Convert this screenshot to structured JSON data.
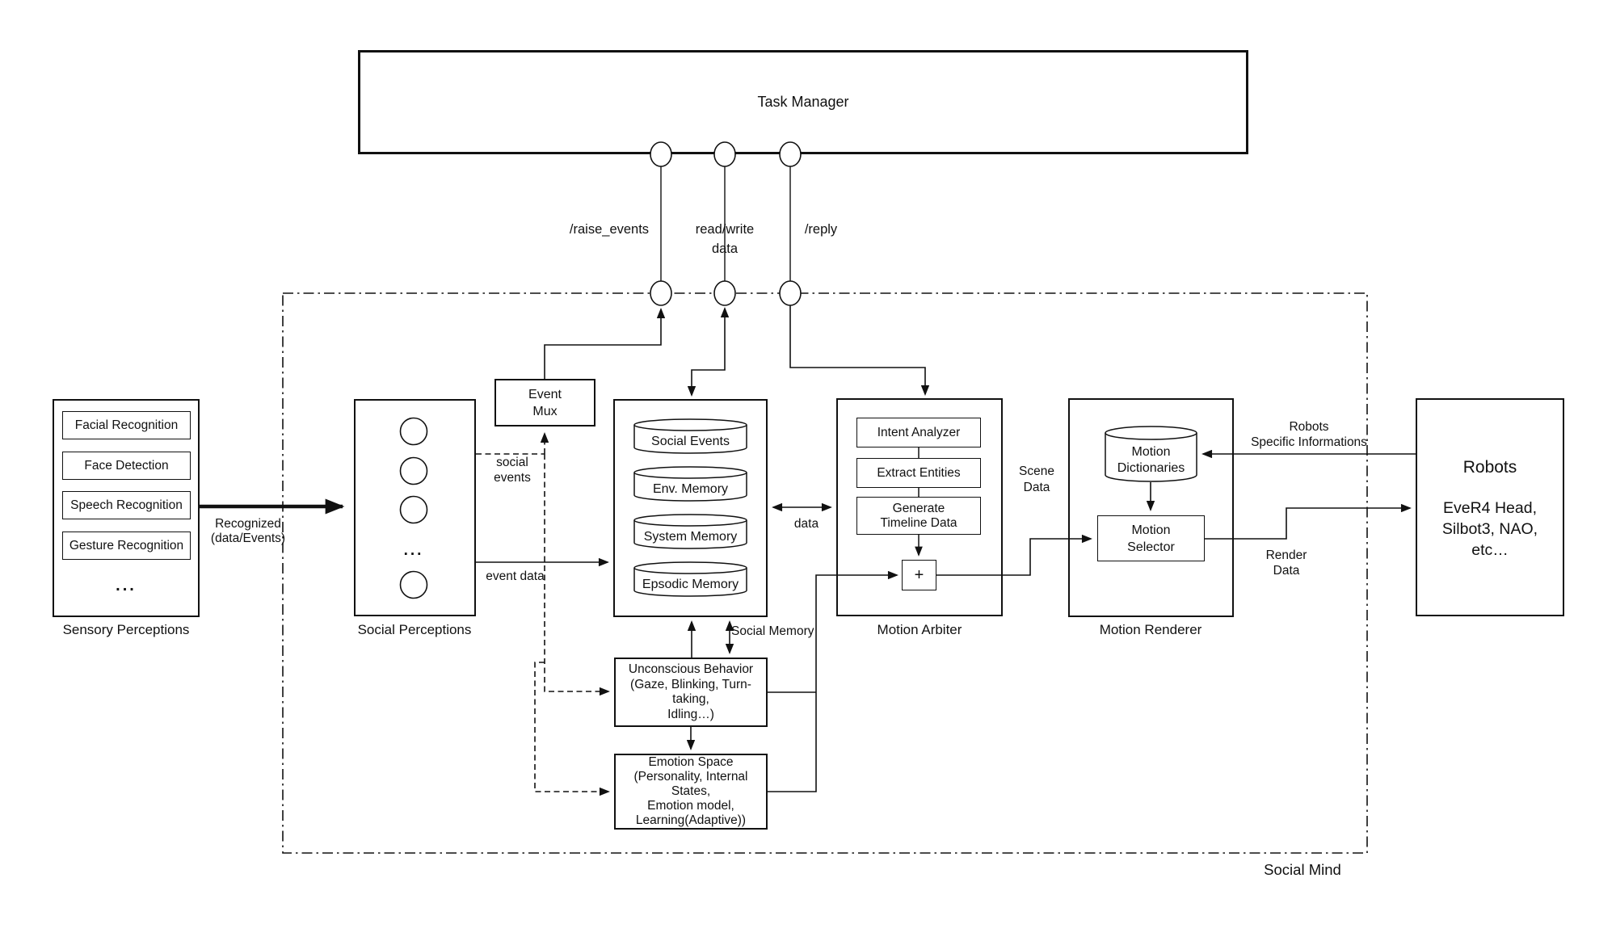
{
  "task_manager": {
    "label": "Task Manager"
  },
  "ports": {
    "raise_events": "/raise_events",
    "read_write": "read/write\ndata",
    "reply": "/reply"
  },
  "sensory": {
    "caption": "Sensory Perceptions",
    "items": [
      "Facial Recognition",
      "Face Detection",
      "Speech Recognition",
      "Gesture Recognition"
    ],
    "ellipsis": "..."
  },
  "social_perceptions": {
    "caption": "Social Perceptions",
    "ellipsis": "..."
  },
  "event_mux": {
    "label": "Event\nMux"
  },
  "memory": {
    "items": [
      "Social Events",
      "Env. Memory",
      "System Memory",
      "Epsodic Memory"
    ]
  },
  "motion_arbiter": {
    "caption": "Motion Arbiter",
    "steps": [
      "Intent Analyzer",
      "Extract Entities",
      "Generate\nTimeline Data"
    ],
    "combiner": "+"
  },
  "motion_renderer": {
    "caption": "Motion Renderer",
    "dictionaries": "Motion\nDictionaries",
    "selector": "Motion\nSelector"
  },
  "robots": {
    "title": "Robots",
    "models": "EveR4 Head,\nSilbot3, NAO,\netc…"
  },
  "unconscious_behavior": {
    "label": "Unconscious Behavior\n(Gaze, Blinking, Turn-taking,\nIdling…)"
  },
  "emotion_space": {
    "label": "Emotion Space\n(Personality, Internal States,\nEmotion model,\nLearning(Adaptive))"
  },
  "edge_labels": {
    "recognized": "Recognized\n(data/Events)",
    "social_events": "social\nevents",
    "event_data": "event data",
    "data": "data",
    "social_memory": "Social Memory",
    "scene_data": "Scene\nData",
    "render_data": "Render\nData",
    "robots_info": "Robots\nSpecific Informations"
  },
  "social_mind": {
    "caption": "Social Mind"
  }
}
